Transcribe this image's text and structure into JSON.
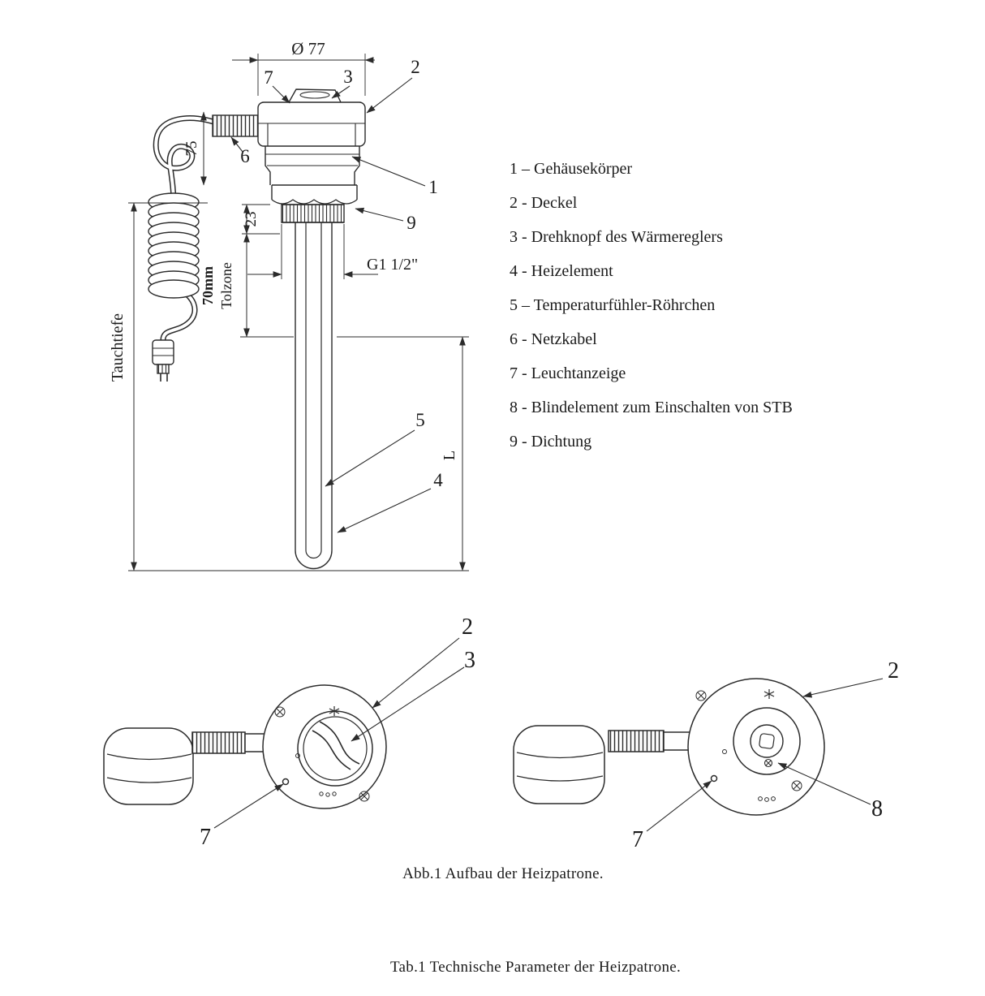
{
  "figure": {
    "dims": {
      "diameter": "Ø 77",
      "cap_height": "75",
      "collar_height": "23",
      "thread": "G1 1/2\"",
      "tolzone_value": "70mm",
      "tolzone_label": "Tolzone",
      "immersion_depth": "Tauchtiefe",
      "length": "L"
    },
    "callouts": {
      "n1": "1",
      "n2": "2",
      "n3": "3",
      "n4": "4",
      "n5": "5",
      "n6": "6",
      "n7": "7",
      "n8": "8",
      "n9": "9"
    }
  },
  "legend": {
    "items": [
      "1 – Gehäusekörper",
      "2 - Deckel",
      "3 - Drehknopf des Wärmereglers",
      "4 - Heizelement",
      "5 – Temperaturfühler-Röhrchen",
      "6 - Netzkabel",
      "7 - Leuchtanzeige",
      "8 - Blindelement zum Einschalten von STB",
      "9 - Dichtung"
    ]
  },
  "captions": {
    "figure": "Abb.1 Aufbau der Heizpatrone.",
    "table": "Tab.1 Technische Parameter der Heizpatrone."
  }
}
